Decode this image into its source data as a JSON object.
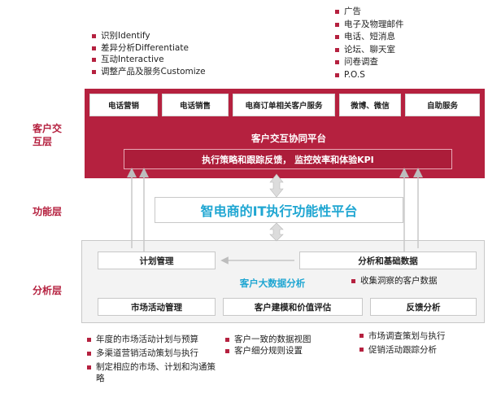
{
  "layer_labels": {
    "interaction": [
      "客户交",
      "互层"
    ],
    "function": "功能层",
    "analysis": "分析层"
  },
  "top_left_bullets": [
    "识别Identify",
    "差异分析Differentiate",
    "互动Interactive",
    "调整产品及服务Customize"
  ],
  "top_right_bullets": [
    "广告",
    "电子及物理邮件",
    "电话、短消息",
    "论坛、聊天室",
    "问卷调查",
    "P.O.S"
  ],
  "interaction_layer": {
    "channels": [
      "电话营销",
      "电话销售",
      "电商订单相关客户服务",
      "微博、微信",
      "自助服务"
    ],
    "platform_title": "客户交互协同平台",
    "kpi_bar": "执行策略和跟踪反馈， 监控效率和体验KPI"
  },
  "function_layer": {
    "platform_title": "智电商的IT执行功能性平台"
  },
  "analysis_layer": {
    "plan_box": "计划管理",
    "analysis_box": "分析和基础数据",
    "title": "客户大数据分析",
    "insight_bullet": "收集洞察的客户数据",
    "bottom_boxes": [
      "市场活动管理",
      "客户建模和价值评估",
      "反馈分析"
    ]
  },
  "bottom_bullets": {
    "left": [
      "年度的市场活动计划与预算",
      "多渠道营销活动策划与执行",
      "制定相应的市场、计划和沟通策略"
    ],
    "middle": [
      "客户一致的数据视图",
      "客户细分规则设置"
    ],
    "right": [
      "市场调查策划与执行",
      "促销活动跟踪分析"
    ]
  },
  "colors": {
    "brand_red": "#b5213f",
    "accent_blue": "#1fa6d2",
    "border_gray": "#c8c8c8"
  }
}
